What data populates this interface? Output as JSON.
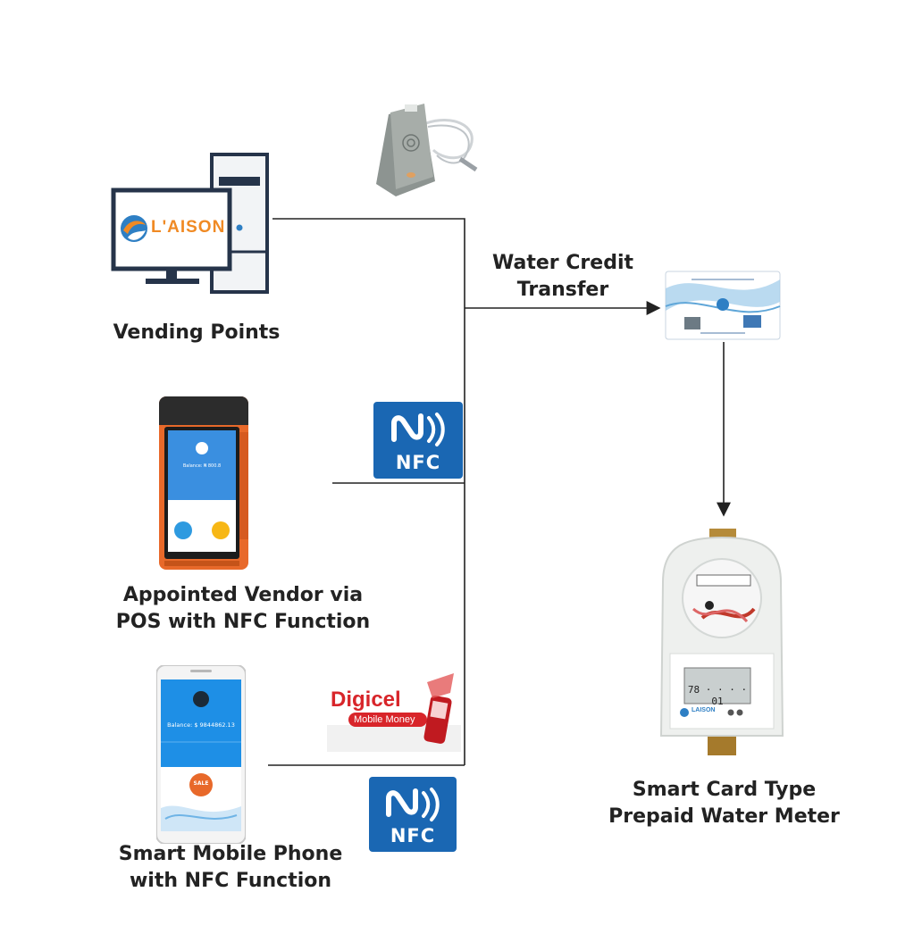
{
  "nodes": {
    "vending": {
      "label_line1": "Vending Points",
      "logo_text": "L'AISON"
    },
    "pos": {
      "label_line1": "Appointed Vendor via",
      "label_line2": "POS with NFC Function",
      "balance_text": "Balance: ₦ 800.8"
    },
    "phone": {
      "label_line1": "Smart Mobile Phone",
      "label_line2": "with NFC Function",
      "balance_text": "Balance: $ 9844862.13",
      "sale_text": "SALE"
    },
    "meter": {
      "label_line1": "Smart Card Type",
      "label_line2": "Prepaid Water Meter",
      "display_text": "78 · · · · 01",
      "brand_text": "LAISON"
    }
  },
  "edges": {
    "transfer": {
      "label_line1": "Water Credit",
      "label_line2": "Transfer"
    }
  },
  "badges": {
    "nfc_1": "NFC",
    "nfc_2": "NFC",
    "digicel_brand": "Digicel",
    "digicel_sub": "Mobile Money"
  },
  "colors": {
    "nfc_blue": "#1a67b3",
    "pos_orange": "#e8692a",
    "laison_orange": "#f08a24",
    "laison_blue": "#2e7fc4",
    "digicel_red": "#d8252a",
    "line": "#222222"
  }
}
